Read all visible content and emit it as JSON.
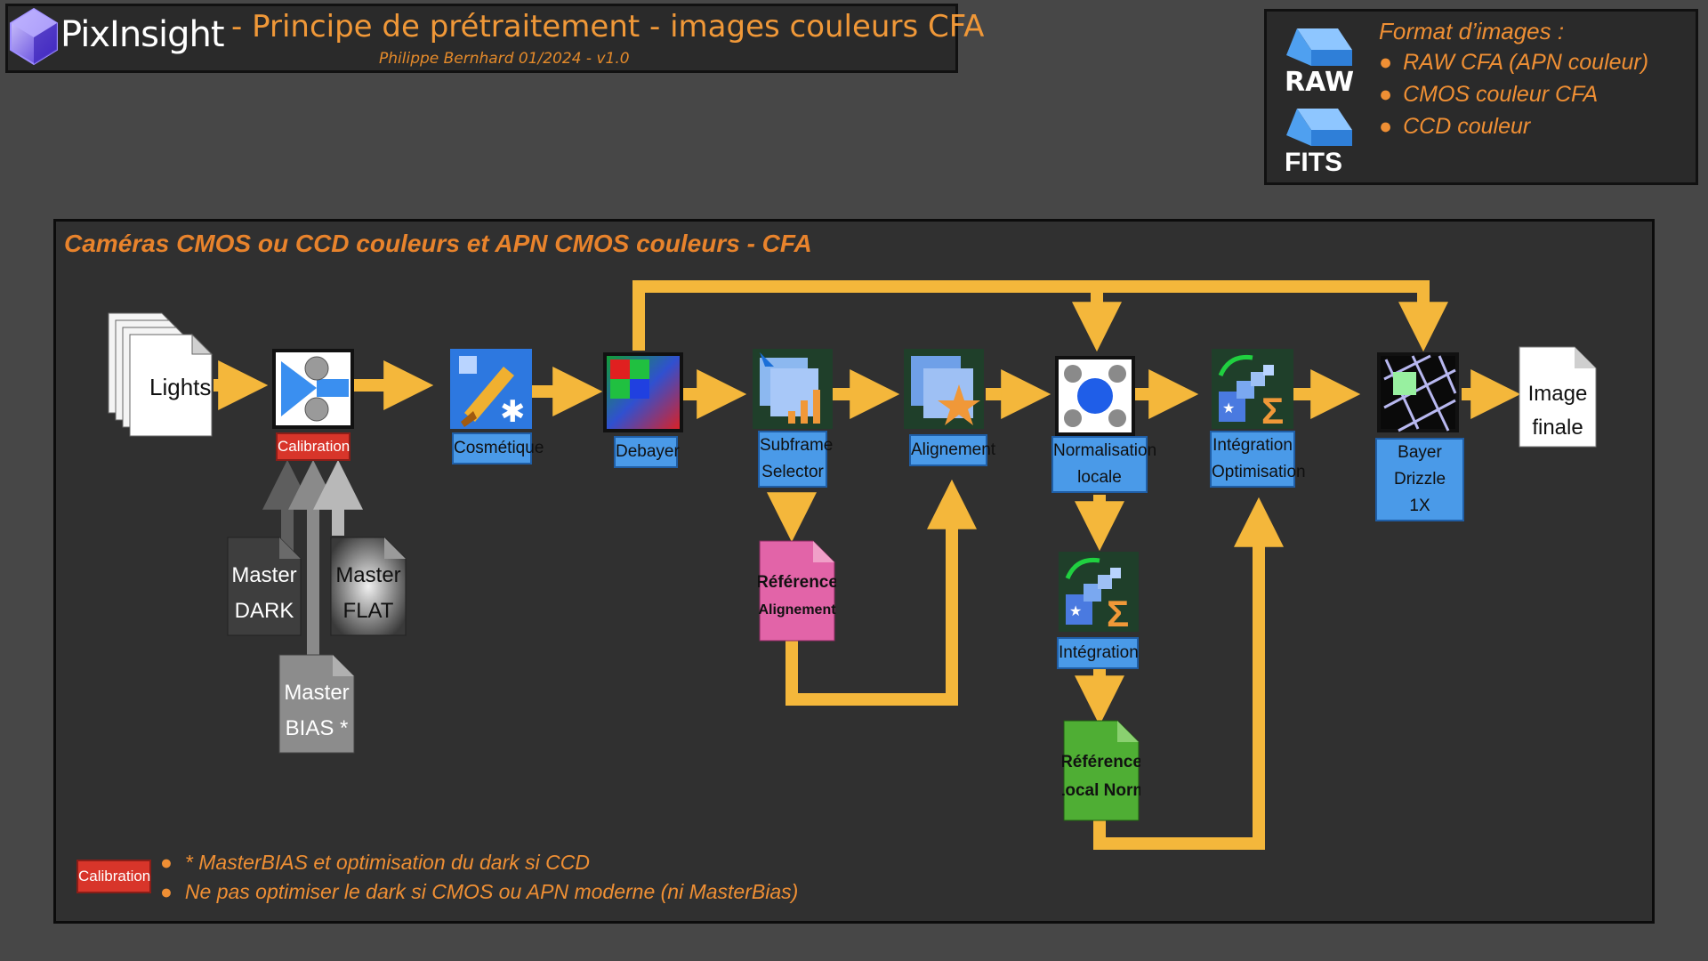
{
  "header": {
    "brand": "PixInsight",
    "title": "- Principe de prétraitement - images couleurs CFA",
    "author": "Philippe Bernhard 01/2024 - v1.0"
  },
  "formats": {
    "raw_label": "RAW",
    "fits_label": "FITS",
    "title": "Format d’images :",
    "items": [
      "RAW CFA (APN couleur)",
      "CMOS couleur CFA",
      "CCD couleur"
    ]
  },
  "diagram": {
    "title": "Caméras CMOS ou CCD couleurs et APN CMOS couleurs - CFA",
    "lights": "Lights",
    "calibration": "Calibration",
    "cosmetique": "Cosmétique",
    "debayer": "Debayer",
    "subframe": [
      "Subframe",
      "Selector"
    ],
    "alignement": "Alignement",
    "normalisation": [
      "Normalisation",
      "locale"
    ],
    "integration_opt": [
      "Intégration",
      "Optimisation"
    ],
    "bayer_drizzle": [
      "Bayer Drizzle",
      "1X"
    ],
    "image_finale": [
      "Image",
      "finale"
    ],
    "master_dark": [
      "Master",
      "DARK"
    ],
    "master_flat": [
      "Master",
      "FLAT"
    ],
    "master_bias": [
      "Master",
      "BIAS *"
    ],
    "ref_align": [
      "Référence",
      "Alignement"
    ],
    "integration": "Intégration",
    "ref_localnorm": [
      "Référence",
      "Local Norm"
    ]
  },
  "notes": {
    "badge": "Calibration",
    "items": [
      "* MasterBIAS et optimisation du dark si CCD",
      "Ne pas optimiser le dark si CMOS ou APN moderne (ni MasterBias)"
    ]
  },
  "colors": {
    "accent_orange": "#ef8f34",
    "arrow_yellow": "#f4b73b",
    "label_blue": "#4a9ae8",
    "calibration_red": "#d8352a",
    "ref_pink": "#e264a8",
    "ref_green": "#4fae34"
  }
}
